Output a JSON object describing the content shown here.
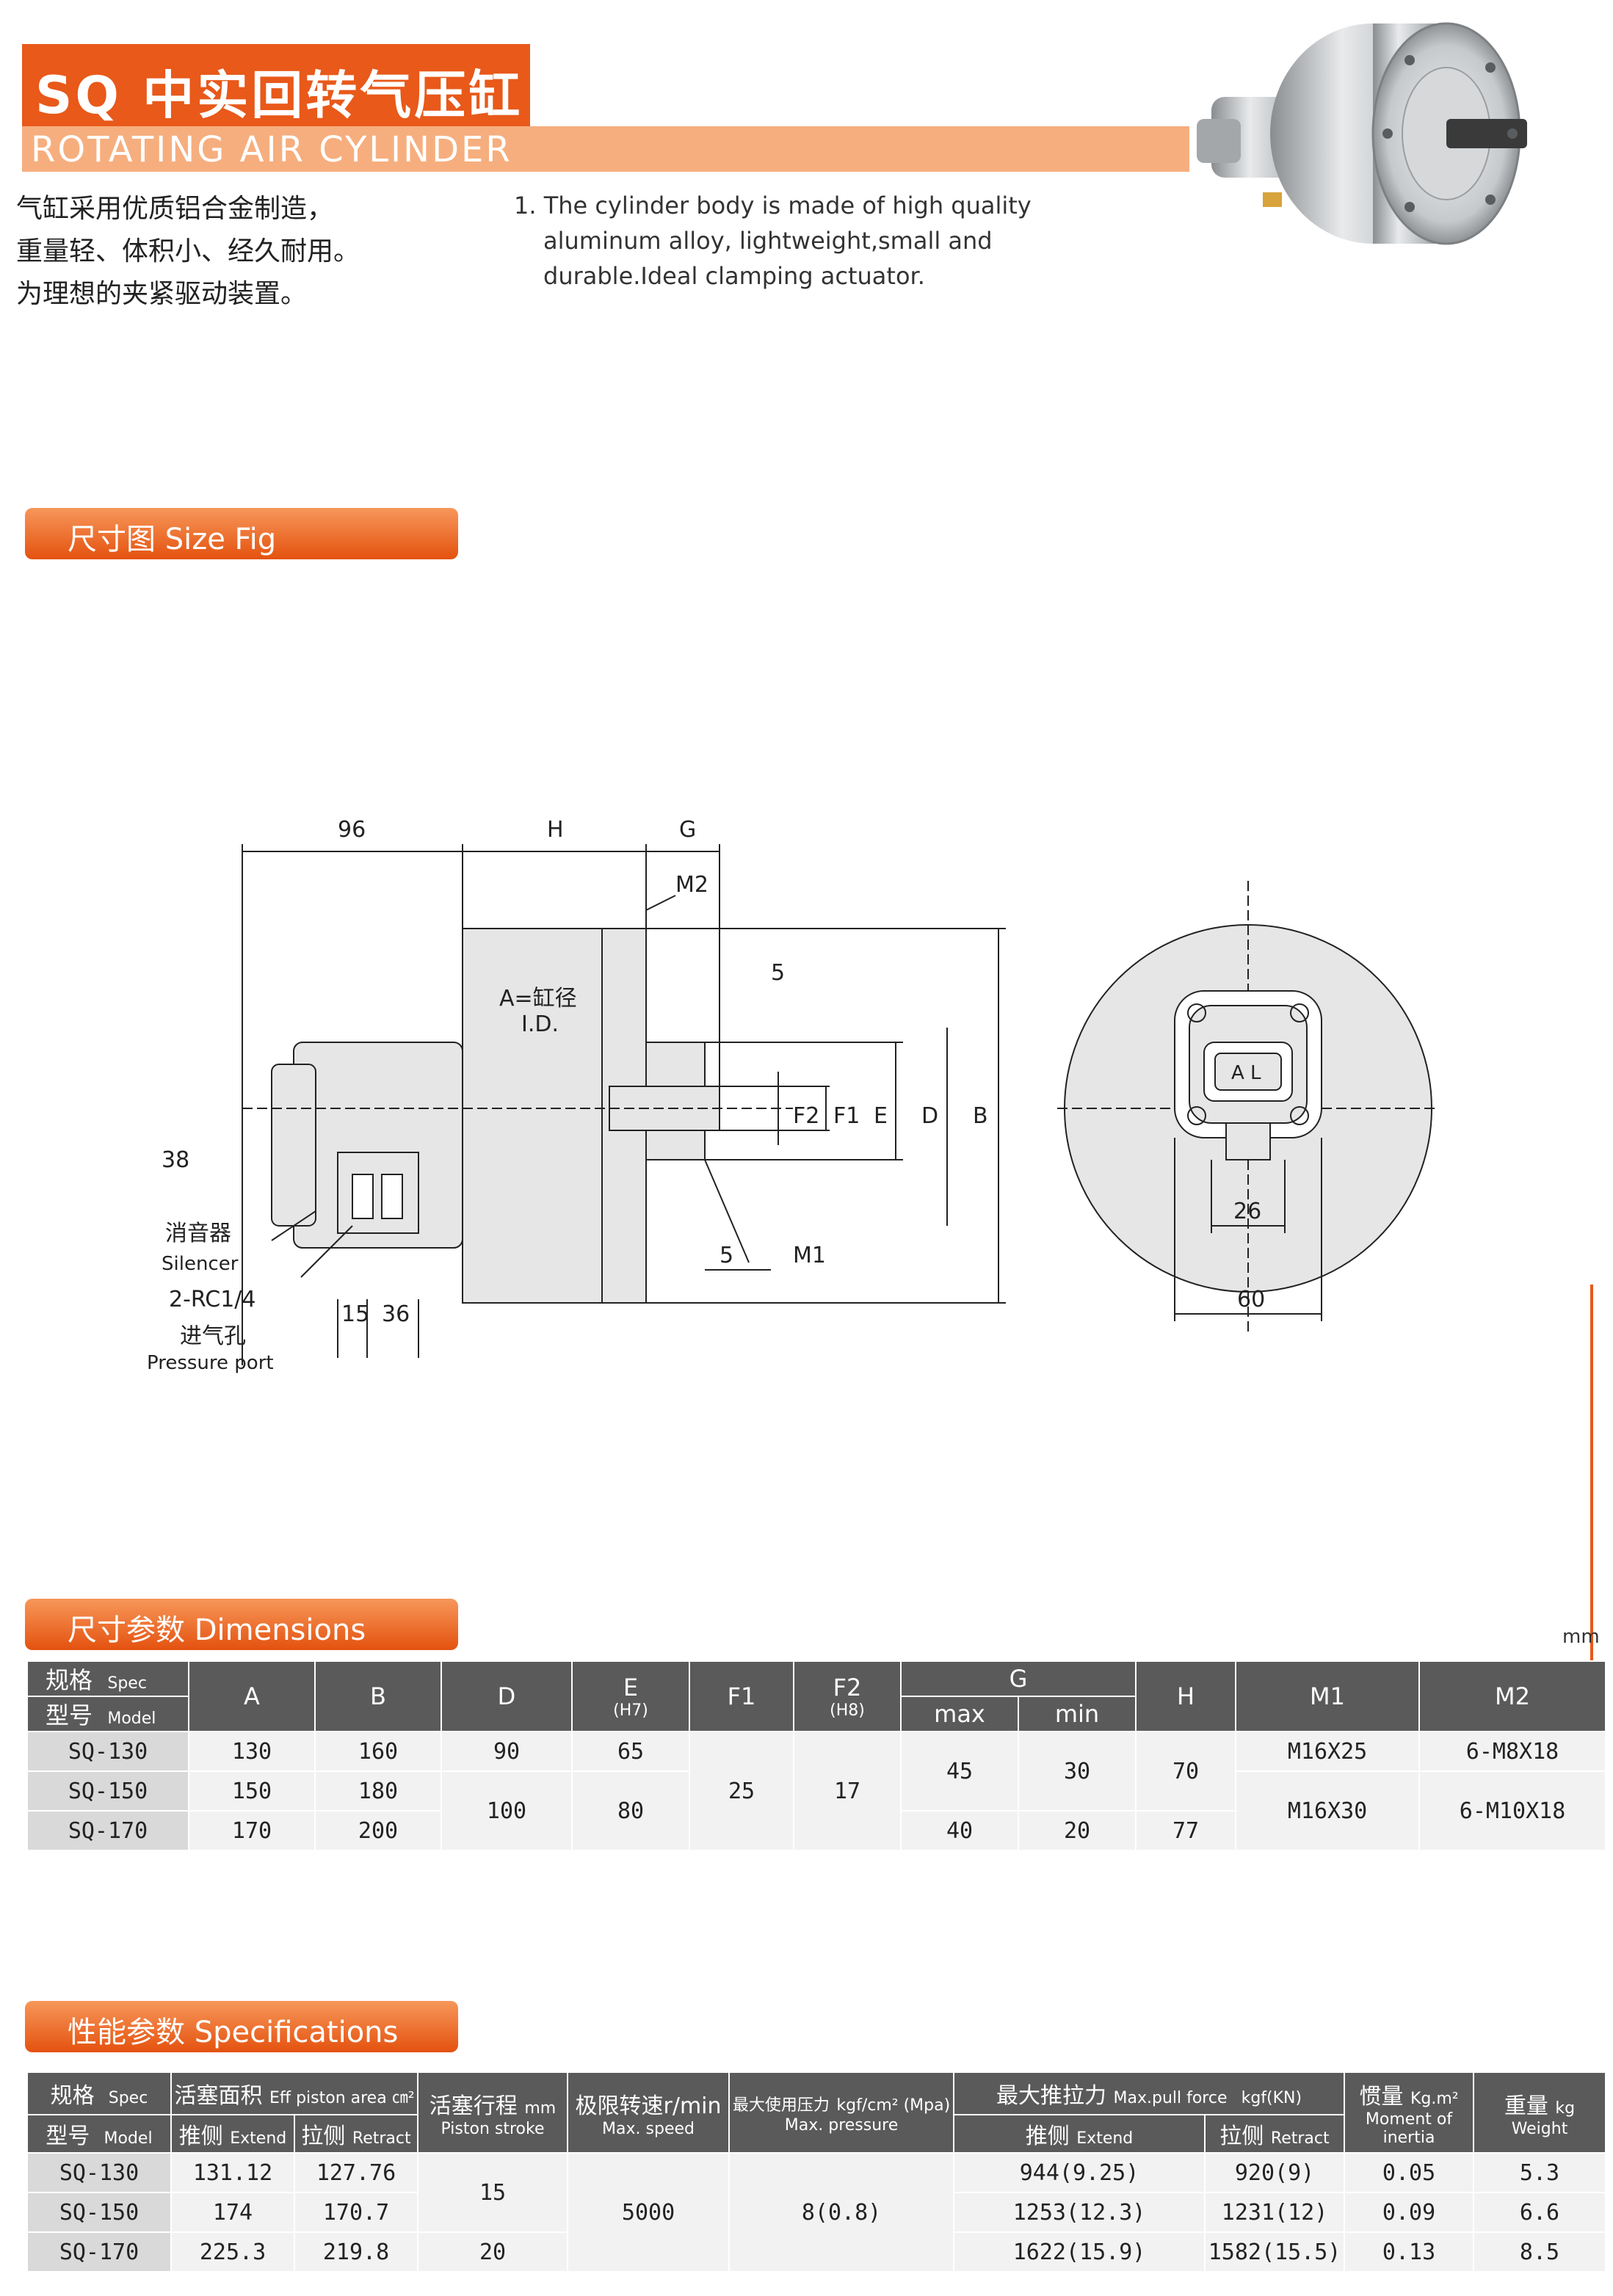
{
  "header": {
    "title": "SQ 中实回转气压缸",
    "subtitle": "ROTATING AIR CYLINDER"
  },
  "description": {
    "cn_lines": [
      "气缸采用优质铝合金制造，",
      "重量轻、体积小、经久耐用。",
      "为理想的夹紧驱动装置。"
    ],
    "en_lines": [
      "1. The cylinder body is made of high quality",
      "aluminum alloy, lightweight,small and",
      "durable.Ideal clamping actuator."
    ]
  },
  "sections": {
    "size_fig": "尺寸图     Size Fig",
    "dimensions": "尺寸参数  Dimensions",
    "specifications": "性能参数  Specifications"
  },
  "drawing": {
    "d96": "96",
    "dH": "H",
    "dG": "G",
    "M2": "M2",
    "d5a": "5",
    "d5b": "5",
    "M1": "M1",
    "A_label": "A=缸径",
    "ID": "I.D.",
    "F2": "F2",
    "F1": "F1",
    "E": "E",
    "D": "D",
    "B": "B",
    "d38": "38",
    "d15": "15",
    "d36": "36",
    "silencer_cn": "消音器",
    "silencer_en": "Silencer",
    "port_spec": "2-RC1/4",
    "port_cn": "进气孔",
    "port_en": "Pressure  port",
    "d26": "26",
    "d60": "60",
    "AL": "A L"
  },
  "dimensions": {
    "unit": "mm",
    "headers": {
      "spec_cn": "规格",
      "spec_en": "Spec",
      "model_cn": "型号",
      "model_en": "Model",
      "A": "A",
      "B": "B",
      "D": "D",
      "E": "E",
      "E_sub": "(H7)",
      "F1": "F1",
      "F2": "F2",
      "F2_sub": "(H8)",
      "G": "G",
      "G_max": "max",
      "G_min": "min",
      "H": "H",
      "M1": "M1",
      "M2": "M2"
    },
    "rows": [
      {
        "model": "SQ-130",
        "A": "130",
        "B": "160",
        "D": "90",
        "E": "65",
        "G_max": "45",
        "G_min": "30",
        "H": "70",
        "M1": "M16X25",
        "M2": "6-M8X18"
      },
      {
        "model": "SQ-150",
        "A": "150",
        "B": "180",
        "D": "100",
        "E": "80",
        "M1": "M16X30",
        "M2": "6-M10X18"
      },
      {
        "model": "SQ-170",
        "A": "170",
        "B": "200",
        "G_max": "40",
        "G_min": "20",
        "H": "77"
      }
    ],
    "F1_common": "25",
    "F2_common": "17"
  },
  "specifications": {
    "headers": {
      "spec_cn": "规格",
      "spec_en": "Spec",
      "model_cn": "型号",
      "model_en": "Model",
      "area": "活塞面积",
      "area_en": "Eff piston area ㎝²",
      "extend_cn": "推侧",
      "extend_en": "Extend",
      "retract_cn": "拉侧",
      "retract_en": "Retract",
      "stroke_cn": "活塞行程",
      "stroke_unit": "mm",
      "stroke_en": "Piston stroke",
      "speed_cn": "极限转速",
      "speed_unit": "r/min",
      "speed_en": "Max. speed",
      "pressure_cn": "最大使用压力",
      "pressure_unit": "kgf/cm² (Mpa)",
      "pressure_en": "Max. pressure",
      "force_cn": "最大推拉力",
      "force_en": "Max.pull force",
      "force_unit": "kgf(KN)",
      "inertia_cn": "惯量",
      "inertia_unit": "Kg.m²",
      "inertia_en1": "Moment of",
      "inertia_en2": "inertia",
      "weight_cn": "重量",
      "weight_unit": "kg",
      "weight_en": "Weight"
    },
    "rows": [
      {
        "model": "SQ-130",
        "area_ext": "131.12",
        "area_ret": "127.76",
        "force_ext": "944(9.25)",
        "force_ret": "920(9)",
        "inertia": "0.05",
        "weight": "5.3"
      },
      {
        "model": "SQ-150",
        "area_ext": "174",
        "area_ret": "170.7",
        "force_ext": "1253(12.3)",
        "force_ret": "1231(12)",
        "inertia": "0.09",
        "weight": "6.6"
      },
      {
        "model": "SQ-170",
        "area_ext": "225.3",
        "area_ret": "219.8",
        "stroke": "20",
        "force_ext": "1622(15.9)",
        "force_ret": "1582(15.5)",
        "inertia": "0.13",
        "weight": "8.5"
      }
    ],
    "stroke_common": "15",
    "speed_common": "5000",
    "pressure_common": "8(0.8)"
  }
}
